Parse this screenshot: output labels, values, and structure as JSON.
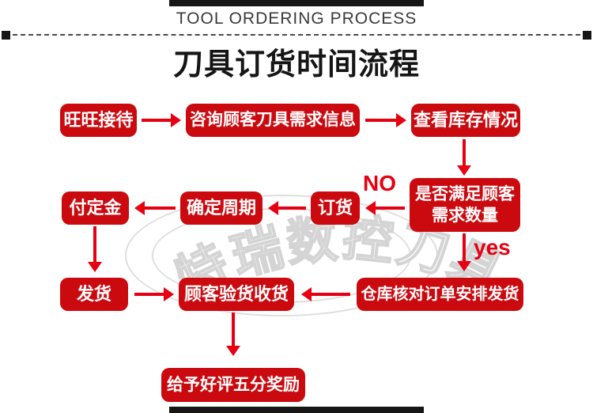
{
  "header": {
    "eyebrow": "TOOL ORDERING PROCESS",
    "title": "刀具订货时间流程"
  },
  "watermark": {
    "text": "特瑞数控刀具",
    "chars": [
      "特",
      "瑞",
      "数",
      "控",
      "刀",
      "具"
    ]
  },
  "flow": {
    "nodes": [
      {
        "id": "wangwang-reception",
        "label": "旺旺接待"
      },
      {
        "id": "inquiry-tool-demand",
        "label": "咨询顾客刀具需求信息"
      },
      {
        "id": "check-stock",
        "label": "查看库存情况"
      },
      {
        "id": "pay-deposit",
        "label": "付定金"
      },
      {
        "id": "confirm-cycle",
        "label": "确定周期"
      },
      {
        "id": "place-order",
        "label": "订货"
      },
      {
        "id": "stock-decision",
        "label": "是否满足顾客需求数量",
        "lines": [
          "是否满足顾客",
          "需求数量"
        ]
      },
      {
        "id": "ship-goods",
        "label": "发货"
      },
      {
        "id": "customer-inspect-receive",
        "label": "顾客验货收货"
      },
      {
        "id": "warehouse-arrange-shipment",
        "label": "仓库核对订单安排发货"
      },
      {
        "id": "five-star-reward",
        "label": "给予好评五分奖励"
      }
    ],
    "branch_labels": {
      "no": "NO",
      "yes": "yes"
    }
  },
  "colors": {
    "node_red": "#cb0a10",
    "arrow_red": "#e60012",
    "bar_black": "#161616"
  }
}
